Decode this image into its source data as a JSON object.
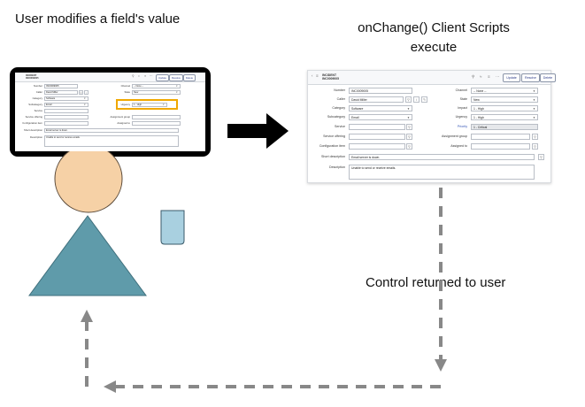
{
  "captions": {
    "user_modifies": "User modifies a field's value",
    "client_scripts": "onChange() Client Scripts execute",
    "control_returned": "Control returned to user"
  },
  "colors": {
    "tablet_frame": "#000000",
    "highlight": "#f0a800",
    "head": "#f6d1a6",
    "body": "#5f9baa",
    "cup": "#a9d0e0",
    "dashed_arrow": "#888888",
    "arrow": "#000000"
  },
  "form": {
    "record_type": "INCIDENT",
    "record_number": "INC0009005",
    "buttons": {
      "update": "Update",
      "resolve": "Resolve",
      "delete": "Delete"
    },
    "toolbar_icons": [
      "paperclip-icon",
      "activity-icon",
      "settings-icon",
      "more-icon"
    ],
    "fields": {
      "number": {
        "label": "Number",
        "value": "INC0009005"
      },
      "caller": {
        "label": "Caller",
        "value": "David Miller"
      },
      "category": {
        "label": "Category",
        "value": "Software"
      },
      "subcategory": {
        "label": "Subcategory",
        "value": "Email"
      },
      "service": {
        "label": "Service",
        "value": ""
      },
      "service_offering": {
        "label": "Service offering",
        "value": ""
      },
      "configuration_item": {
        "label": "Configuration item",
        "value": ""
      },
      "short_description": {
        "label": "Short description",
        "value": "Email server is down."
      },
      "description": {
        "label": "Description",
        "value": "Unable to send or receive emails."
      },
      "channel": {
        "label": "Channel",
        "value": "-- None --"
      },
      "state": {
        "label": "State",
        "value": "New"
      },
      "impact": {
        "label": "Impact",
        "value": "1 - High"
      },
      "urgency": {
        "label": "Urgency",
        "value": "1 - High"
      },
      "priority": {
        "label": "Priority",
        "value": "1 - Critical"
      },
      "assignment_group": {
        "label": "Assignment group",
        "value": ""
      },
      "assigned_to": {
        "label": "Assigned to",
        "value": ""
      }
    }
  }
}
